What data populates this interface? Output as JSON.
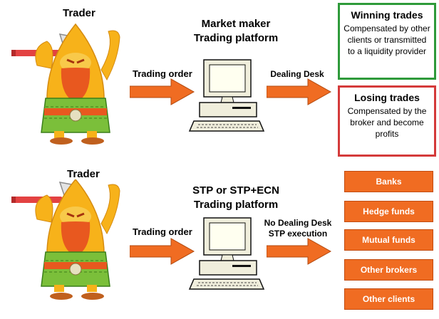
{
  "top": {
    "trader_label": "Trader",
    "platform_title_line1": "Market maker",
    "platform_title_line2": "Trading platform",
    "order_label": "Trading order",
    "desk_label": "Dealing Desk",
    "winning": {
      "title": "Winning trades",
      "text": "Compensated by other clients or transmitted to a liquidity provider",
      "color": "#2e9a3a"
    },
    "losing": {
      "title": "Losing trades",
      "text": "Compensated by the broker and become profits",
      "color": "#d43a3a"
    }
  },
  "bottom": {
    "trader_label": "Trader",
    "platform_title_line1": "STP or STP+ECN",
    "platform_title_line2": "Trading platform",
    "order_label": "Trading order",
    "desk_label_line1": "No Dealing Desk",
    "desk_label_line2": "STP execution",
    "destinations": [
      "Banks",
      "Hedge funds",
      "Mutual funds",
      "Other brokers",
      "Other clients"
    ]
  },
  "colors": {
    "arrow_orange": "#f06c22",
    "trader_body": "#f7b21a",
    "beard": "#e8581f",
    "tunic": "#7bbf3a"
  },
  "icons": {
    "trader": "trader-mascot-with-axe",
    "computer": "desktop-computer-icon",
    "arrow": "right-arrow-icon"
  }
}
